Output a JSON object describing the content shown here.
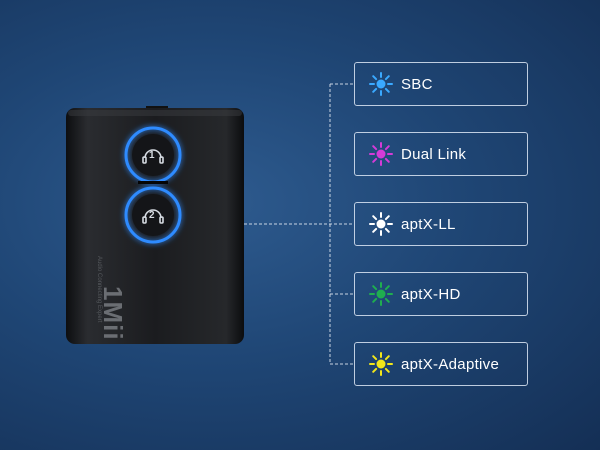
{
  "device": {
    "brand": "1Mii",
    "tagline": "Audio Connecting Expert",
    "button_1_glyph": "1",
    "button_2_glyph": "2",
    "glow_color": "#2f8bff"
  },
  "codecs": [
    {
      "label": "SBC",
      "led_color": "#3aa9ff",
      "icon": "sun-led-icon"
    },
    {
      "label": "Dual Link",
      "led_color": "#d43bd8",
      "icon": "sun-led-icon"
    },
    {
      "label": "aptX-LL",
      "led_color": "#ffffff",
      "icon": "sun-led-icon"
    },
    {
      "label": "aptX-HD",
      "led_color": "#1fae4f",
      "icon": "sun-led-icon"
    },
    {
      "label": "aptX-Adaptive",
      "led_color": "#f2e61a",
      "icon": "sun-led-icon"
    }
  ]
}
